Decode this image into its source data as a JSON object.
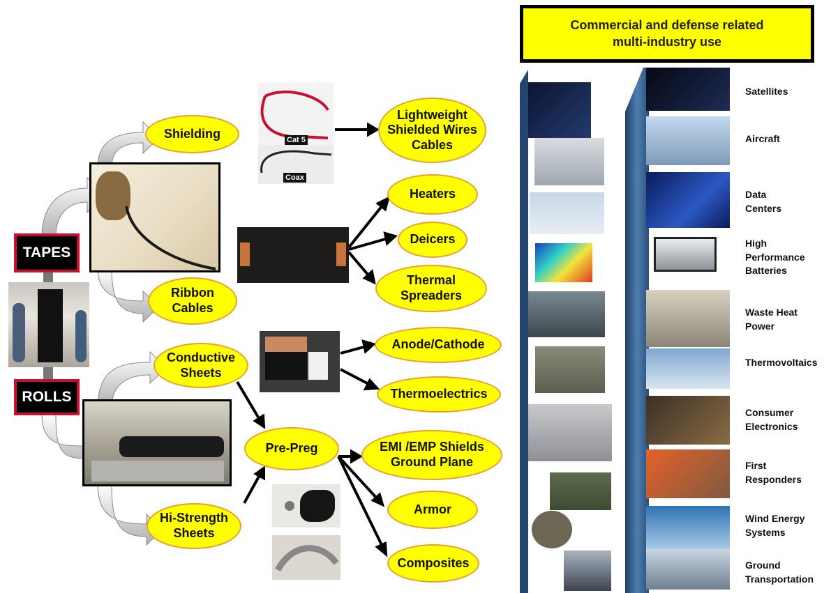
{
  "banner": "Commercial and defense related\nmulti-industry use",
  "tags": {
    "tapes": "TAPES",
    "rolls": "ROLLS"
  },
  "nodes": {
    "shielding": "Shielding",
    "ribbon_cables": "Ribbon\nCables",
    "conductive_sheets": "Conductive\nSheets",
    "hi_strength_sheets": "Hi-Strength\nSheets",
    "pre_preg": "Pre-Preg",
    "lightweight_cables": "Lightweight\nShielded Wires\nCables",
    "heaters": "Heaters",
    "deicers": "Deicers",
    "thermal_spreaders": "Thermal\nSpreaders",
    "anode_cathode": "Anode/Cathode",
    "thermoelectrics": "Thermoelectrics",
    "emi_shields": "EMI /EMP Shields\nGround Plane",
    "armor": "Armor",
    "composites": "Composites"
  },
  "cable_labels": {
    "cat5": "Cat 5",
    "coax": "Coax"
  },
  "industries": [
    "Satellites",
    "Aircraft",
    "Data\nCenters",
    "High\nPerformance\nBatteries",
    "Waste Heat\nPower",
    "Thermovoltaics",
    "Consumer\nElectronics",
    "First\nResponders",
    "Wind Energy\nSystems",
    "Ground\nTransportation"
  ],
  "colors": {
    "oval_fill": "#ffff00",
    "oval_border": "#e8a030",
    "tag_border": "#c8102e",
    "column_blue": "#2e5d8c"
  }
}
